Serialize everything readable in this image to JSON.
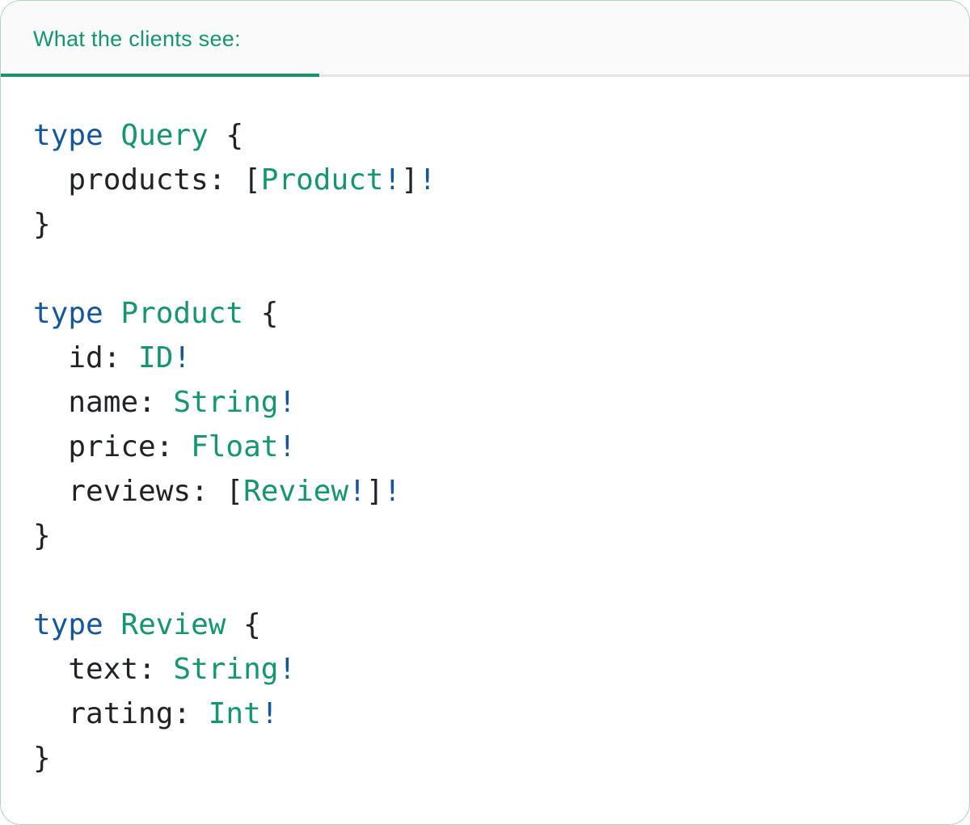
{
  "panel": {
    "tab_label": "What the clients see:"
  },
  "colors": {
    "keyword_blue": "#15579d",
    "type_green": "#12976f",
    "text_dark": "#1f2328",
    "tab_green": "#15936d",
    "header_text": "#12976f",
    "border_green": "#aed4bd",
    "header_bg": "#fafafa",
    "divider_gray": "#e6e6e6",
    "card_bg": "#ffffff"
  },
  "code": {
    "language": "graphql",
    "lines": [
      [
        {
          "k": "keyword",
          "t": "type"
        },
        {
          "k": "plain",
          "t": " "
        },
        {
          "k": "type",
          "t": "Query"
        },
        {
          "k": "plain",
          "t": " {"
        }
      ],
      [
        {
          "k": "plain",
          "t": "  products: ["
        },
        {
          "k": "type",
          "t": "Product"
        },
        {
          "k": "bang",
          "t": "!"
        },
        {
          "k": "plain",
          "t": "]"
        },
        {
          "k": "bang",
          "t": "!"
        }
      ],
      [
        {
          "k": "plain",
          "t": "}"
        }
      ],
      [],
      [
        {
          "k": "keyword",
          "t": "type"
        },
        {
          "k": "plain",
          "t": " "
        },
        {
          "k": "type",
          "t": "Product"
        },
        {
          "k": "plain",
          "t": " {"
        }
      ],
      [
        {
          "k": "plain",
          "t": "  id: "
        },
        {
          "k": "type",
          "t": "ID"
        },
        {
          "k": "bang",
          "t": "!"
        }
      ],
      [
        {
          "k": "plain",
          "t": "  name: "
        },
        {
          "k": "type",
          "t": "String"
        },
        {
          "k": "bang",
          "t": "!"
        }
      ],
      [
        {
          "k": "plain",
          "t": "  price: "
        },
        {
          "k": "type",
          "t": "Float"
        },
        {
          "k": "bang",
          "t": "!"
        }
      ],
      [
        {
          "k": "plain",
          "t": "  reviews: ["
        },
        {
          "k": "type",
          "t": "Review"
        },
        {
          "k": "bang",
          "t": "!"
        },
        {
          "k": "plain",
          "t": "]"
        },
        {
          "k": "bang",
          "t": "!"
        }
      ],
      [
        {
          "k": "plain",
          "t": "}"
        }
      ],
      [],
      [
        {
          "k": "keyword",
          "t": "type"
        },
        {
          "k": "plain",
          "t": " "
        },
        {
          "k": "type",
          "t": "Review"
        },
        {
          "k": "plain",
          "t": " {"
        }
      ],
      [
        {
          "k": "plain",
          "t": "  text: "
        },
        {
          "k": "type",
          "t": "String"
        },
        {
          "k": "bang",
          "t": "!"
        }
      ],
      [
        {
          "k": "plain",
          "t": "  rating: "
        },
        {
          "k": "type",
          "t": "Int"
        },
        {
          "k": "bang",
          "t": "!"
        }
      ],
      [
        {
          "k": "plain",
          "t": "}"
        }
      ]
    ]
  }
}
